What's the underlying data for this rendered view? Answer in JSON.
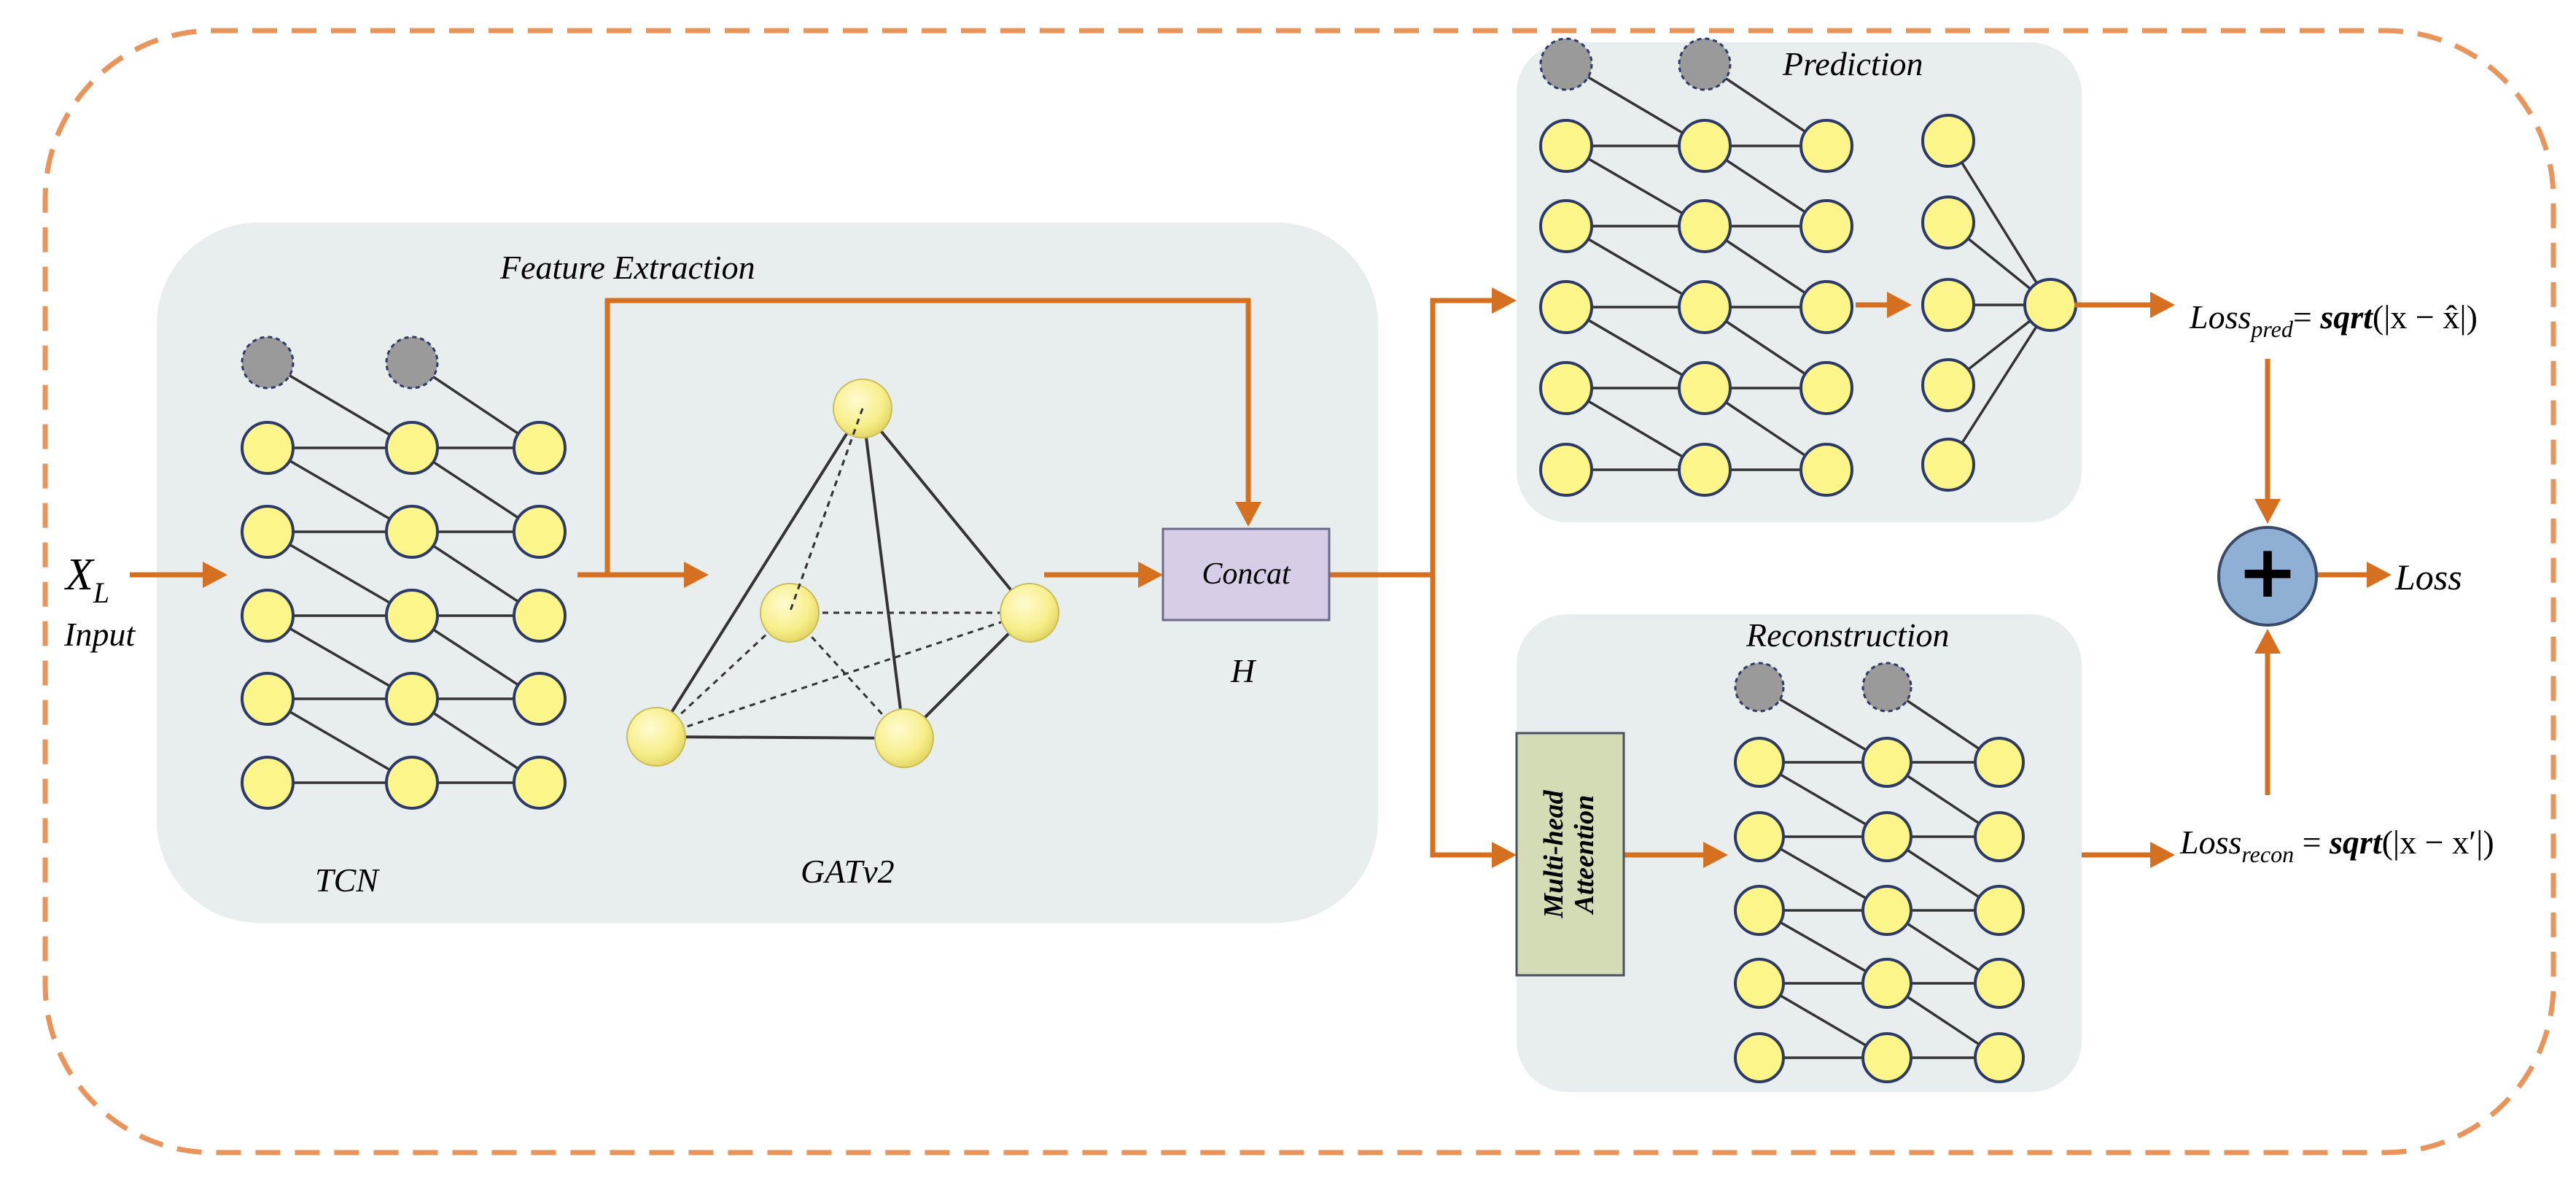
{
  "labels": {
    "input_var_main": "X",
    "input_var_sub": "L",
    "input_text": "Input",
    "feature_extraction": "Feature Extraction",
    "tcn": "TCN",
    "gat": "GATv2",
    "concat": "Concat",
    "h": "H",
    "prediction": "Prediction",
    "reconstruction": "Reconstruction",
    "mha_line1": "Multi-head",
    "mha_line2": "Atteention",
    "loss": "Loss",
    "plus": "+",
    "loss_pred_main": "Loss",
    "loss_pred_sub": "pred",
    "loss_pred_eq": "= ",
    "loss_pred_fn": "sqrt",
    "loss_pred_args": "(|x  −  x̂|)",
    "loss_recon_main": "Loss",
    "loss_recon_sub": "recon",
    "loss_recon_eq": " =  ",
    "loss_recon_fn": "sqrt",
    "loss_recon_args": "(|x  −  x′|)"
  },
  "colors": {
    "arrow": "#d4701f",
    "dashed_border": "#e8945a",
    "panel": "#e8eeee",
    "node_fill": "#fbf58a",
    "node_stroke": "#2d3a66",
    "padding_node": "#9a9a9a",
    "concat_fill": "#d8cde6",
    "mha_fill": "#d3dcb4",
    "plus_fill": "#8fb0d4"
  }
}
